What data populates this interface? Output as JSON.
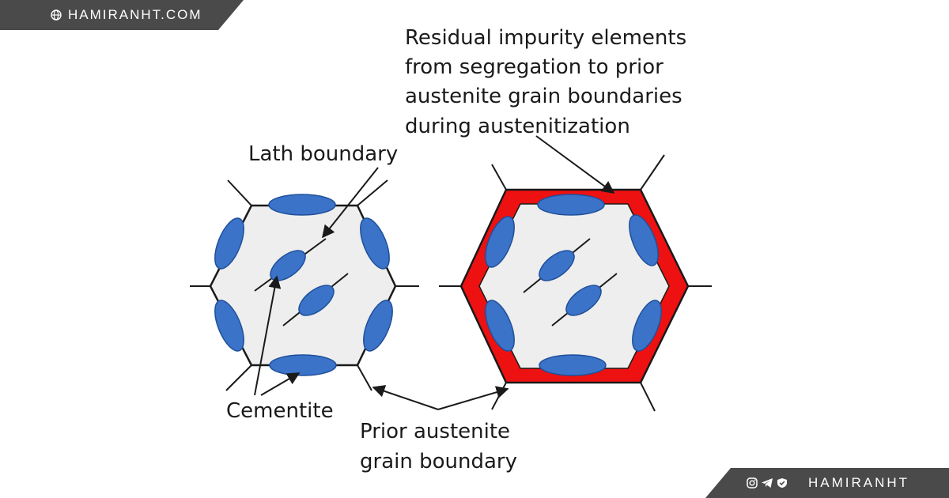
{
  "header": {
    "site_url": "HAMIRANHT.COM",
    "icon": "globe-icon"
  },
  "footer": {
    "brand": "HAMIRANHT",
    "icons": [
      "instagram-icon",
      "telegram-icon",
      "shield-icon"
    ]
  },
  "diagram": {
    "labels": {
      "residual_line1": "Residual impurity elements",
      "residual_line2": "from segregation to prior",
      "residual_line3": "austenite grain boundaries",
      "residual_line4": "during austenitization",
      "lath_boundary": "Lath boundary",
      "cementite": "Cementite",
      "prior_line1": "Prior austenite",
      "prior_line2": "grain boundary"
    },
    "colors": {
      "cementite": "#3a73c8",
      "grain_fill": "#eeeeee",
      "segregation": "#ee1111",
      "line": "#1a1a1a"
    }
  }
}
